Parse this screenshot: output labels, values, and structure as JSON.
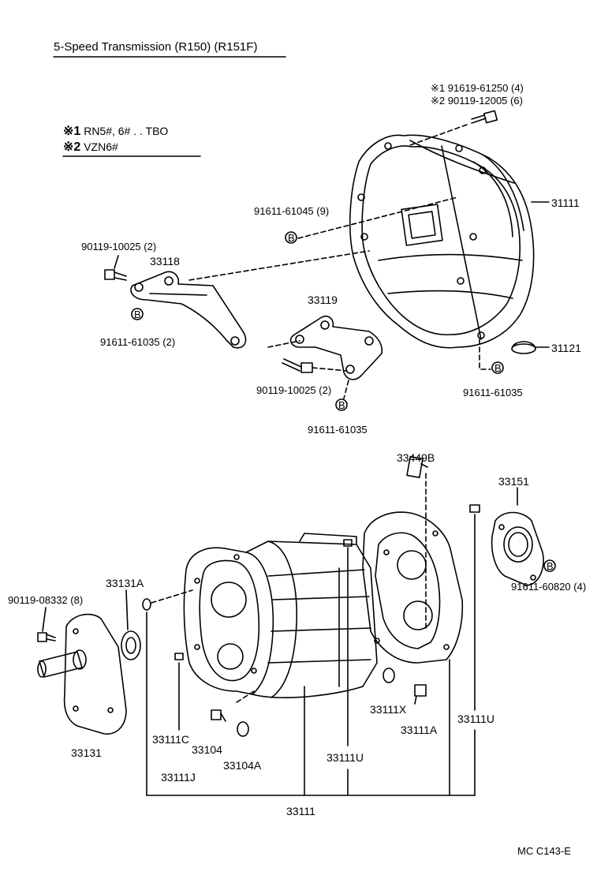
{
  "title": "5-Speed Transmission (R150) (R151F)",
  "notes": [
    {
      "mark": "※1",
      "text": "RN5#, 6# . . TBO"
    },
    {
      "mark": "※2",
      "text": "VZN6#"
    }
  ],
  "bolt_refs": [
    {
      "mark": "※1",
      "text": "91619-61250 (4)"
    },
    {
      "mark": "※2",
      "text": "90119-12005 (6)"
    }
  ],
  "labels": {
    "p31111": "31111",
    "p31121": "31121",
    "p91611_61045": "91611-61045 (9)",
    "p90119_10025_a": "90119-10025 (2)",
    "p33118": "33118",
    "p91611_61035_a": "91611-61035 (2)",
    "p33119": "33119",
    "p90119_10025_b": "90119-10025 (2)",
    "p91611_61035_b": "91611-61035",
    "p91611_61035_c": "91611-61035",
    "p33449b": "33449B",
    "p33151": "33151",
    "p91611_60820": "91611-60820 (4)",
    "p33131a": "33131A",
    "p90119_08332": "90119-08332 (8)",
    "p33131": "33131",
    "p33111c": "33111C",
    "p33104": "33104",
    "p33104a": "33104A",
    "p33111j": "33111J",
    "p33111u_a": "33111U",
    "p33111x": "33111X",
    "p33111a": "33111A",
    "p33111u_b": "33111U",
    "p33111": "33111"
  },
  "washer_marker": "B",
  "diagram_code": "MC  C143-E"
}
